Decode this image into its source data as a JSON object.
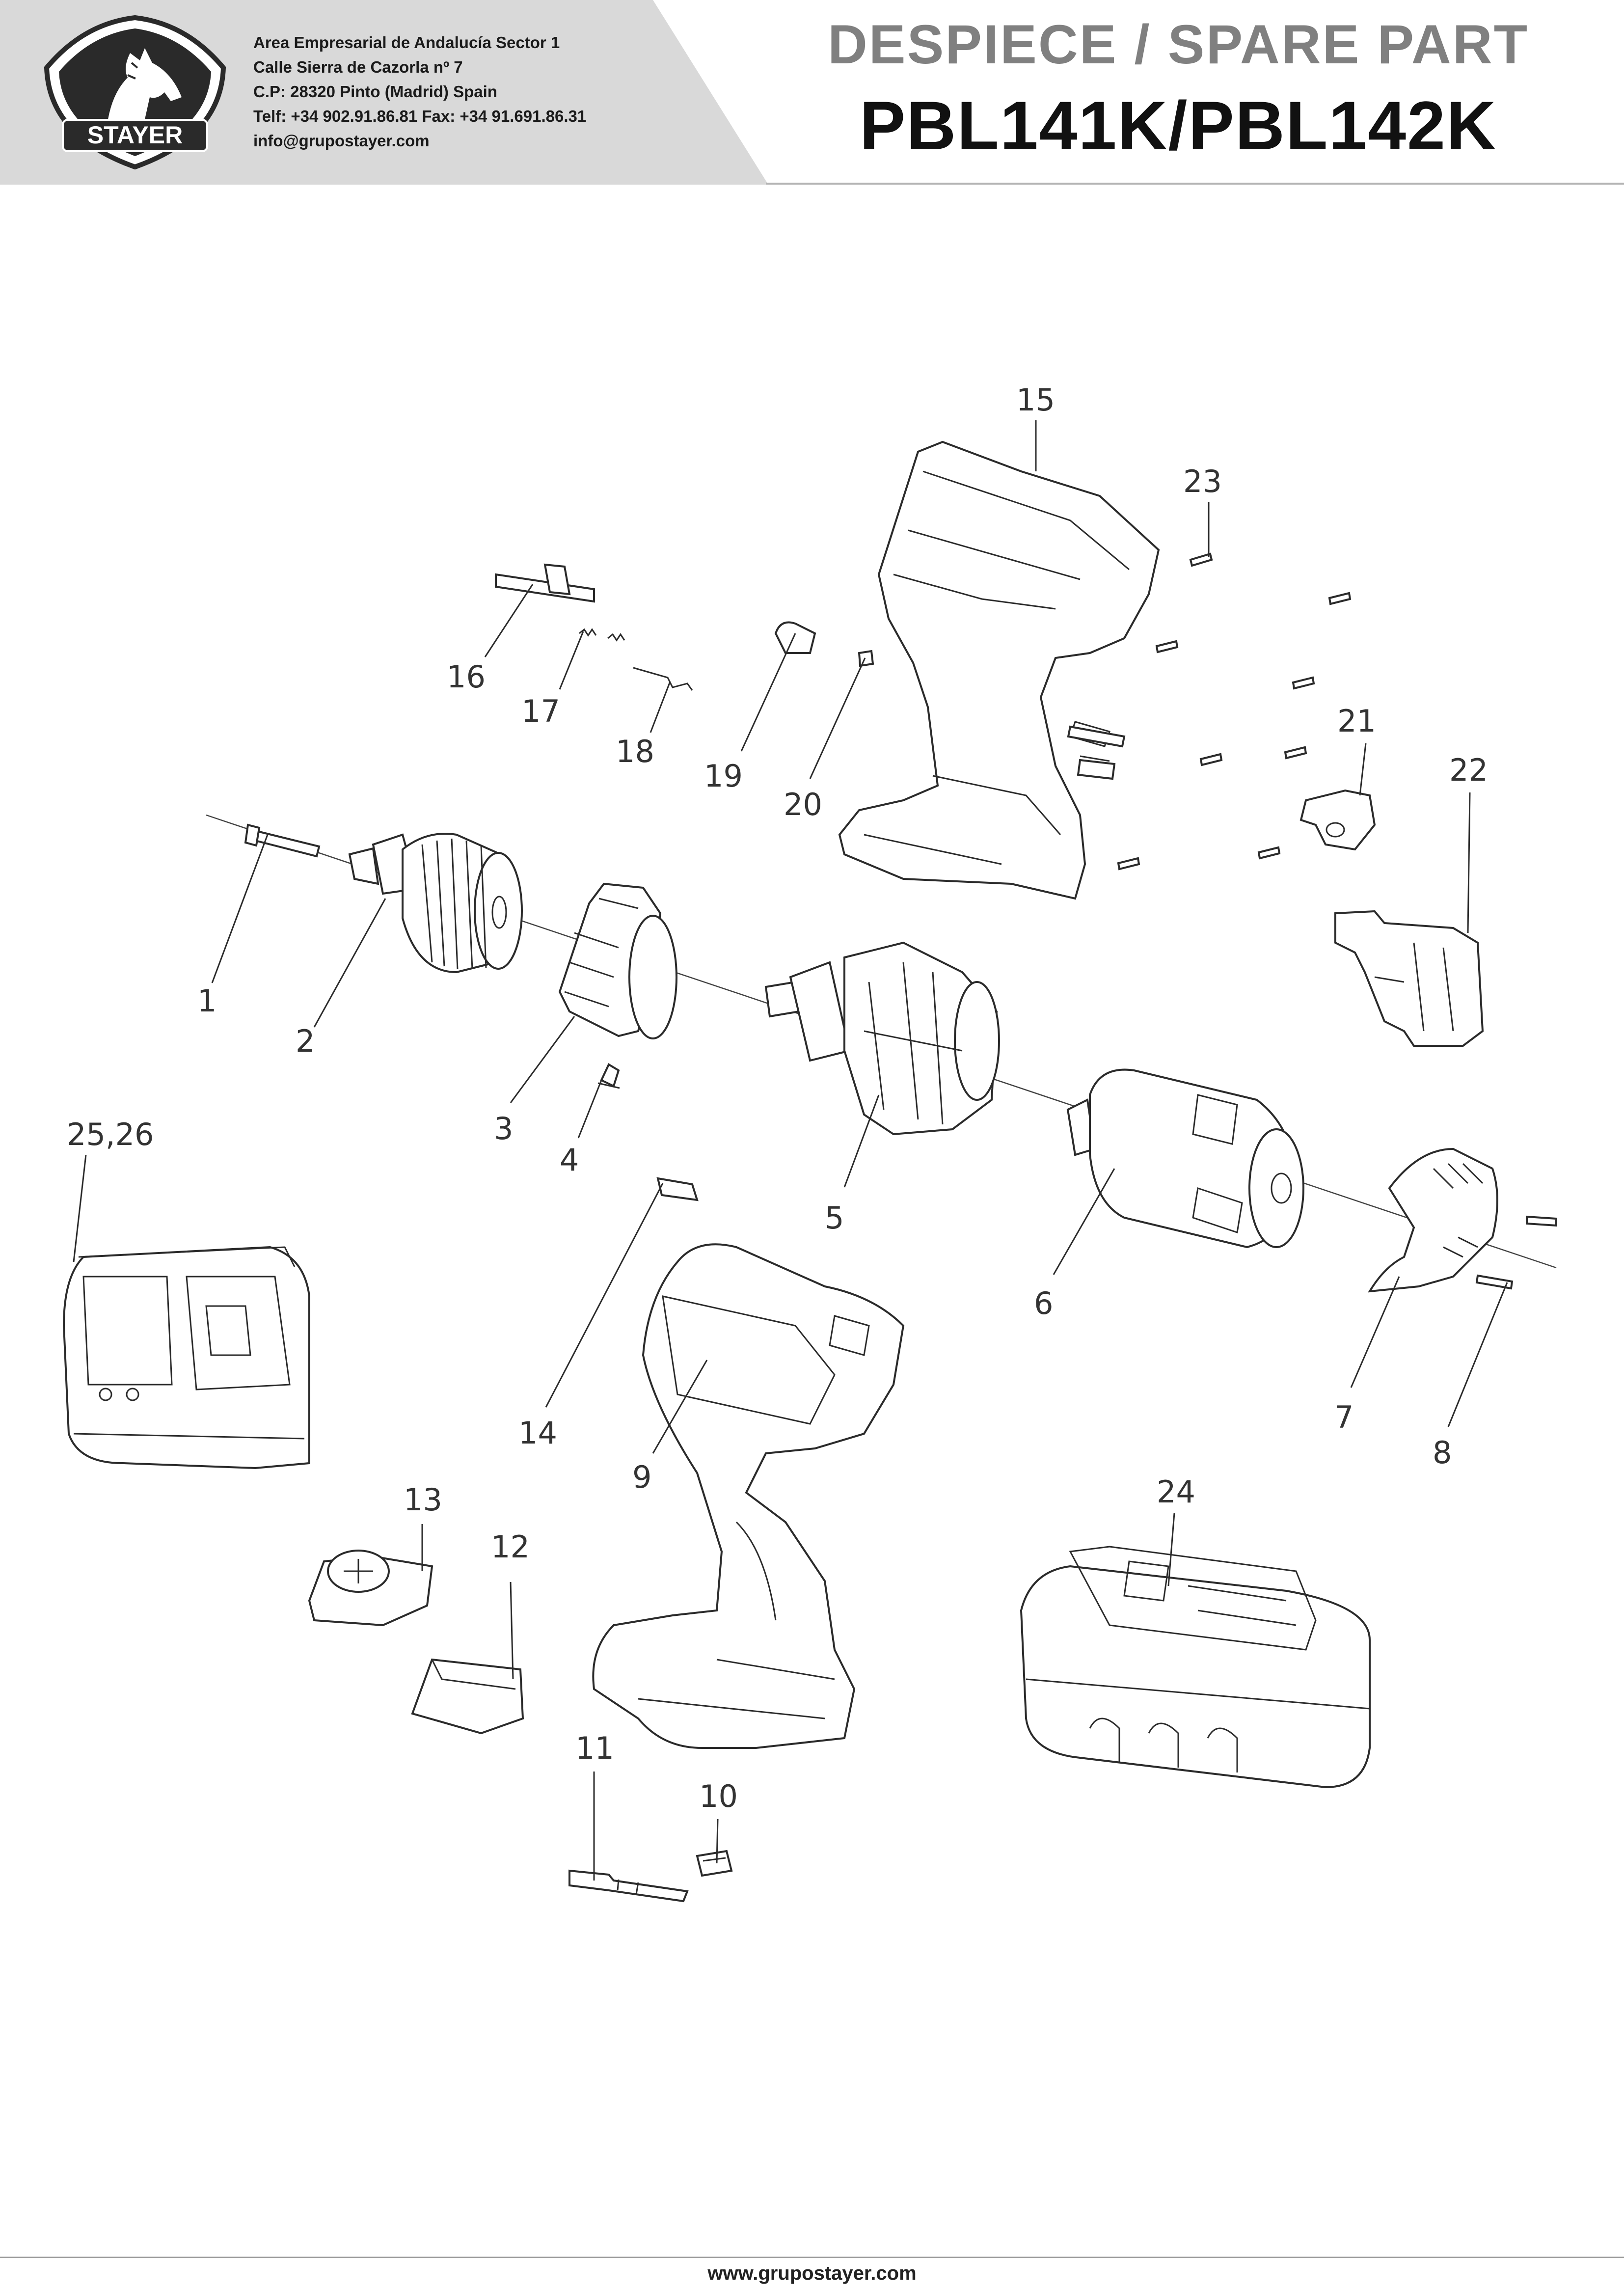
{
  "header": {
    "brand": "STAYER",
    "address_lines": [
      "Area Empresarial de Andalucía Sector 1",
      "Calle Sierra de Cazorla nº 7",
      "C.P: 28320 Pinto (Madrid) Spain",
      "Telf: +34 902.91.86.81 Fax: +34 91.691.86.31",
      "info@grupostayer.com"
    ],
    "title": "DESPIECE / SPARE PART",
    "model": "PBL141K/PBL142K"
  },
  "diagram": {
    "callouts": [
      "1",
      "2",
      "3",
      "4",
      "5",
      "6",
      "7",
      "8",
      "9",
      "10",
      "11",
      "12",
      "13",
      "14",
      "15",
      "16",
      "17",
      "18",
      "19",
      "20",
      "21",
      "22",
      "23",
      "24",
      "25,26"
    ]
  },
  "footer": {
    "website": "www.grupostayer.com"
  },
  "colors": {
    "header_band": "#d9d9d9",
    "title_gray": "#808080",
    "model_black": "#111111",
    "logo_fill": "#2a2a2a"
  }
}
